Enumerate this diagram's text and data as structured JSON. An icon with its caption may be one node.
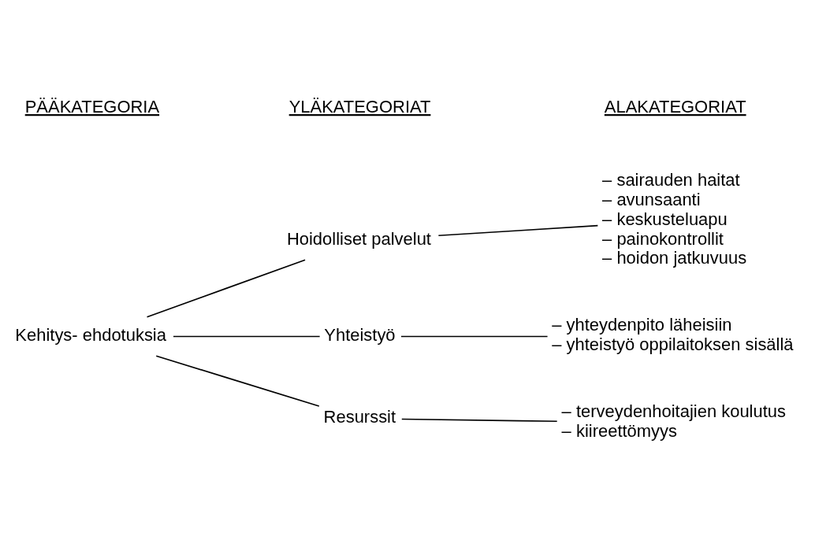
{
  "diagram": {
    "nodes": [
      {
        "text": [
          "Kehitys- ehdotuksia"
        ]
      },
      {
        "text": [
          "Hoidolliset palvelut"
        ]
      },
      {
        "text": [
          "Yhteistyö"
        ]
      },
      {
        "text": [
          "Resurssit"
        ]
      },
      {
        "text": [
          "– sairauden haitat",
          "– avunsaanti",
          "– keskusteluapu",
          "– painokontrollit",
          "– hoidon jatkuvuus"
        ]
      },
      {
        "text": [
          "– yhteydenpito läheisiin",
          "– yhteistyö oppilaitoksen sisällä"
        ]
      },
      {
        "text": [
          "– terveydenhoitajien koulutus",
          "– kiireettömyys"
        ]
      }
    ],
    "edges": [
      {
        "from": 0,
        "to": 1,
        "arrow": "none"
      },
      {
        "from": 0,
        "to": 2,
        "arrow": "none"
      },
      {
        "from": 0,
        "to": 3,
        "arrow": "none"
      },
      {
        "from": 1,
        "to": 4,
        "arrow": "none"
      },
      {
        "from": 2,
        "to": 5,
        "arrow": "none"
      },
      {
        "from": 3,
        "to": 6,
        "arrow": "none"
      }
    ],
    "labels": [
      "PÄÄKATEGORIA",
      "YLÄKATEGORIAT",
      "ALAKATEGORIAT"
    ]
  }
}
